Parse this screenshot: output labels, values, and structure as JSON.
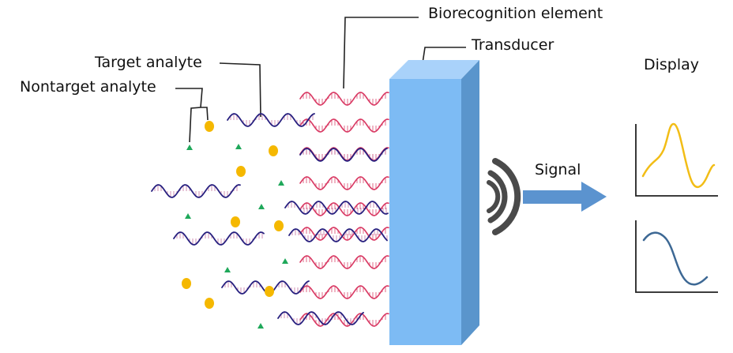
{
  "labels": {
    "biorecognition": "Biorecognition element",
    "transducer": "Transducer",
    "target": "Target analyte",
    "nontarget": "Nontarget analyte",
    "signal": "Signal",
    "display": "Display"
  },
  "colors": {
    "receptor": "#d93a64",
    "target_strand": "#27207f",
    "target_tick": "#c06a9a",
    "dot": "#f5b800",
    "triangle": "#1fa85a",
    "transducer_front": "#7dbbf4",
    "transducer_side": "#5a95cc",
    "transducer_top": "#a9d2fa",
    "signal_arc": "#4a4a4a",
    "arrow": "#5b93cf",
    "display_curve_top": "#f2bd16",
    "display_curve_bottom": "#3d6894"
  },
  "icons": [
    "signal-waves-icon",
    "right-arrow-icon"
  ]
}
